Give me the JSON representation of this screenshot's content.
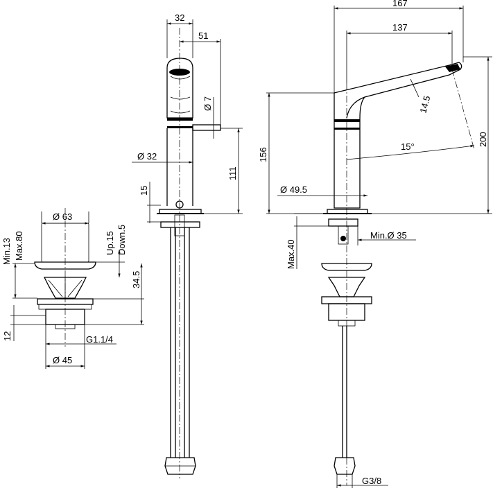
{
  "front_view": {
    "dim_top_width": "32",
    "dim_lever_reach": "51",
    "dim_lever_diameter": "Ø 7",
    "dim_body_diameter": "Ø 32",
    "dim_height": "111",
    "dim_base": "15"
  },
  "side_view": {
    "dim_overall_length": "167",
    "dim_spout_reach": "137",
    "dim_spout_thickness": "14.5",
    "dim_angle": "15°",
    "dim_height_spout": "156",
    "dim_height_total": "200",
    "dim_base_diameter": "Ø 49.5",
    "dim_max_deck": "Max.40",
    "dim_min_hole": "Min.Ø 35",
    "dim_thread": "G3/8"
  },
  "waste": {
    "dim_cap_diameter": "Ø 63",
    "dim_min_max": "Min.13",
    "dim_max": "Max.80",
    "dim_up": "Up.15",
    "dim_down": "Down.5",
    "dim_height": "34.5",
    "dim_thread_height": "12",
    "dim_thread": "G1.1/4",
    "dim_body_diameter": "Ø 45"
  }
}
